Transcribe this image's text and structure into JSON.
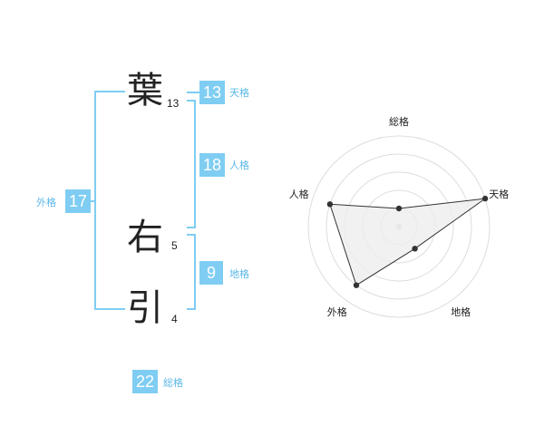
{
  "name": {
    "chars": [
      {
        "char": "葉",
        "strokes": "13"
      },
      {
        "char": "右",
        "strokes": "5"
      },
      {
        "char": "引",
        "strokes": "4"
      }
    ]
  },
  "kakusu": {
    "tenkaku": {
      "value": "13",
      "label": "天格"
    },
    "jinkaku": {
      "value": "18",
      "label": "人格"
    },
    "chikaku": {
      "value": "9",
      "label": "地格"
    },
    "gaikaku": {
      "value": "17",
      "label": "外格"
    },
    "soukaku": {
      "value": "22",
      "label": "総格"
    }
  },
  "chart_data": {
    "type": "radar",
    "axes": [
      "総格",
      "天格",
      "地格",
      "外格",
      "人格"
    ],
    "values": [
      0.2,
      1.0,
      0.3,
      0.8,
      0.8
    ],
    "rings": 5,
    "colors": {
      "fill": "#eeeeee",
      "line": "#333333",
      "grid": "#dddddd",
      "point": "#333333",
      "center": "#cccccc"
    }
  }
}
